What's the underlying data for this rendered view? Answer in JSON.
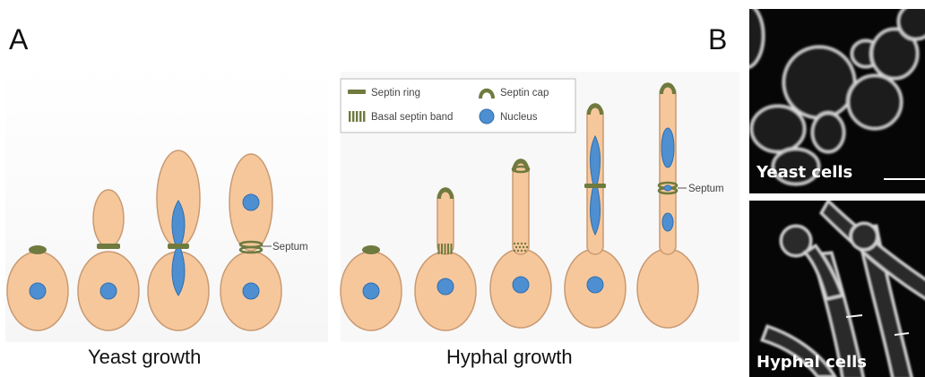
{
  "panels": {
    "a_letter": "A",
    "b_letter": "B"
  },
  "yeast": {
    "caption": "Yeast growth",
    "septum_label": "Septum"
  },
  "hyphal": {
    "caption": "Hyphal growth",
    "septum_label": "Septum"
  },
  "legend": {
    "septin_ring": "Septin ring",
    "basal_septin_band": "Basal septin band",
    "septin_cap": "Septin cap",
    "nucleus": "Nucleus"
  },
  "micrographs": {
    "yeast_label": "Yeast cells",
    "hyphal_label": "Hyphal cells"
  },
  "colors": {
    "cell_fill": "#f7c79c",
    "cell_stroke": "#c99a72",
    "septin": "#6f7a3f",
    "nucleus": "#4d8fd1",
    "nucleus_stroke": "#2f6fb0"
  }
}
